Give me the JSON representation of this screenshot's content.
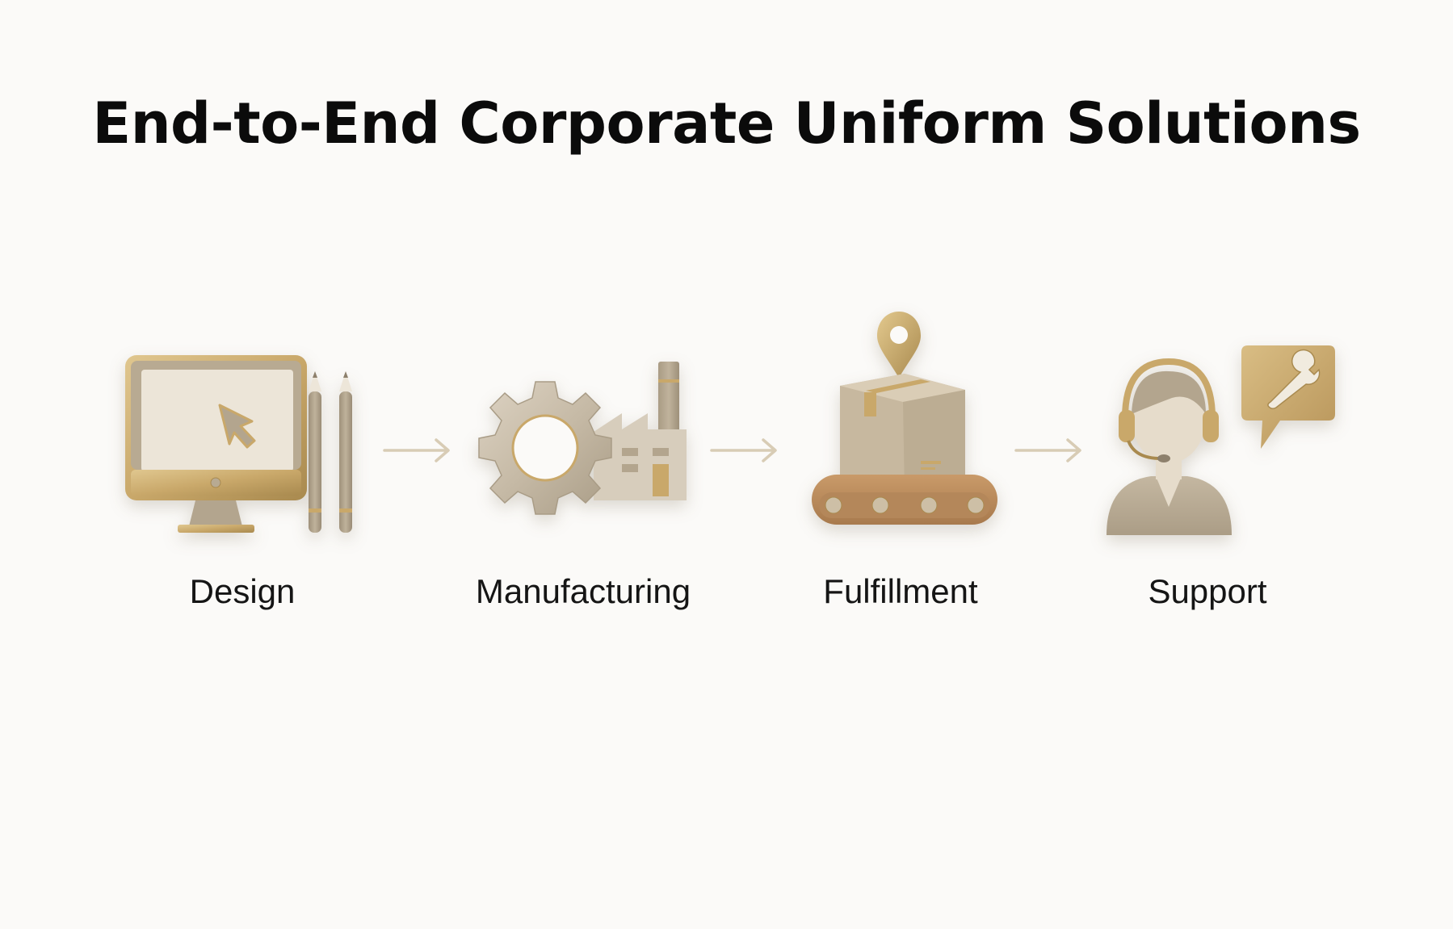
{
  "title": "End-to-End Corporate Uniform Solutions",
  "colors": {
    "background": "#fbfaf8",
    "title_text": "#0b0b0b",
    "label_text": "#151515",
    "gold": "#c9a86a",
    "gold_dark": "#a98a4f",
    "taupe": "#b3a58e",
    "taupe_light": "#e9e2d5",
    "wood": "#b9895a",
    "arrow": "#d8ccb5"
  },
  "steps": [
    {
      "label": "Design",
      "icon": "monitor-with-pencils-icon"
    },
    {
      "label": "Manufacturing",
      "icon": "gear-factory-icon"
    },
    {
      "label": "Fulfillment",
      "icon": "package-conveyor-location-icon"
    },
    {
      "label": "Support",
      "icon": "headset-agent-wrench-icon"
    }
  ],
  "connectors": [
    {
      "icon": "arrow-right-icon"
    },
    {
      "icon": "arrow-right-icon"
    },
    {
      "icon": "arrow-right-icon"
    }
  ]
}
